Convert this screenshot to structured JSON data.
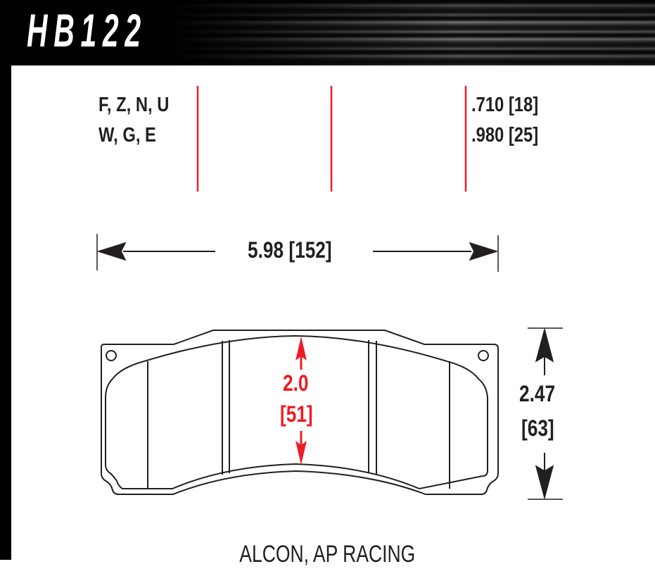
{
  "header": {
    "part_number": "HB122"
  },
  "compounds": {
    "row1": "F, Z, N, U",
    "row2": "W, G, E"
  },
  "thickness": {
    "row1": ".710 [18]",
    "row2": ".980 [25]"
  },
  "dimensions": {
    "width": "5.98 [152]",
    "height_in": "2.47",
    "height_mm": "[63]",
    "friction_height_in": "2.0",
    "friction_height_mm": "[51]"
  },
  "applications": "ALCON, AP RACING",
  "colors": {
    "accent_red": "#ed1c24",
    "text": "#231f20",
    "header_bg": "#000000"
  }
}
